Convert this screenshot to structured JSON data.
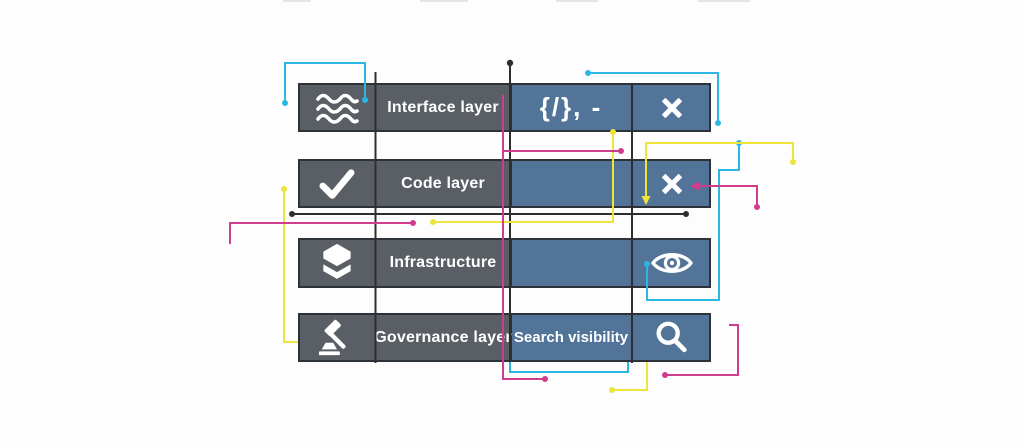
{
  "colors": {
    "background": "#fdfdfd",
    "box_gray": "#5a5f66",
    "box_blue": "#527499",
    "border": "#2d3138",
    "cyan": "#2bb6e3",
    "yellow": "#efe43c",
    "magenta": "#cf3d8e",
    "line_black": "#2e2e2e",
    "icon_white": "#ffffff"
  },
  "table": {
    "rows": [
      {
        "icon": "waves-icon",
        "label": "Interface layer",
        "middle_text": "{/}, -",
        "right_icon": "x-icon"
      },
      {
        "icon": "check-icon",
        "label": "Code layer",
        "middle_text": "",
        "right_icon": "x-icon"
      },
      {
        "icon": "layers-icon",
        "label": "Infrastructure",
        "middle_text": "",
        "right_icon": "eye-icon"
      },
      {
        "icon": "gavel-icon",
        "label": "Governance layer",
        "middle_text": "Search visibility",
        "right_icon": "search-icon"
      }
    ]
  }
}
